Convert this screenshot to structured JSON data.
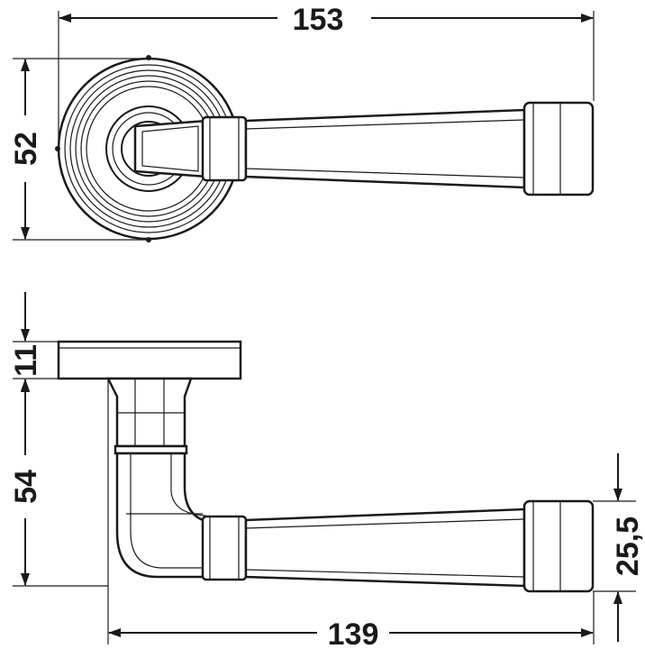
{
  "dimensions": {
    "overall_length": "153",
    "rose_diameter": "52",
    "rose_height": "11",
    "projection": "54",
    "lever_length": "139",
    "grip_height": "25,5"
  },
  "colors": {
    "line": "#1a1a1a",
    "background": "#ffffff"
  }
}
